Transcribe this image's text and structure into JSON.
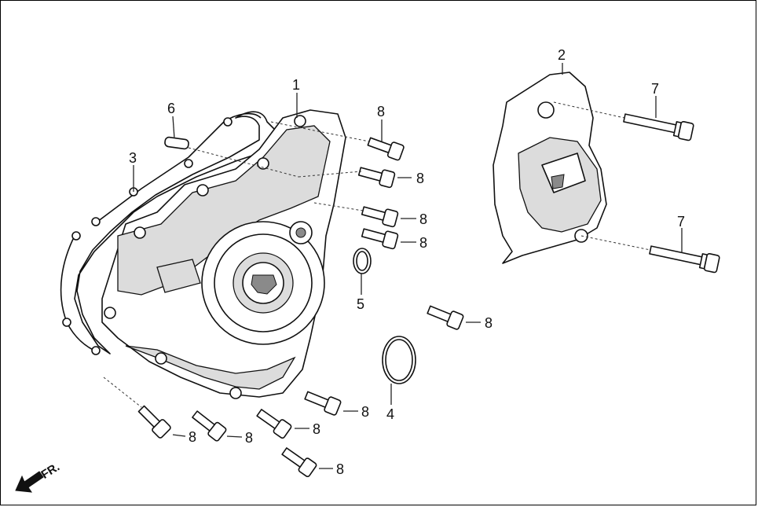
{
  "callouts": {
    "c1": "1",
    "c2": "2",
    "c3": "3",
    "c4": "4",
    "c5": "5",
    "c6": "6",
    "c7a": "7",
    "c7b": "7",
    "c8": "8"
  },
  "direction_marker": {
    "label": "FR.",
    "icon": "front-direction-arrow-icon"
  }
}
